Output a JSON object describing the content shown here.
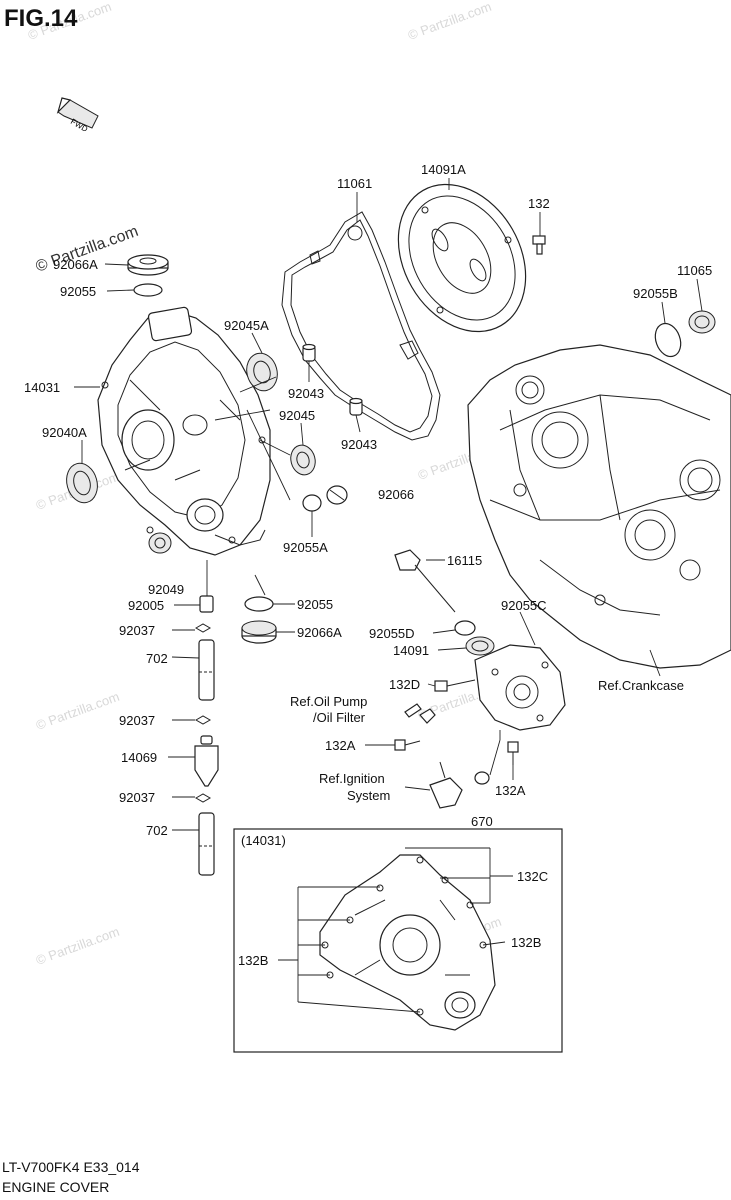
{
  "figure": {
    "title": "FIG.14",
    "fwd_label": "FWD",
    "watermark": "© Partzilla.com",
    "footer_code": "LT-V700FK4 E33_014",
    "footer_name": "ENGINE COVER",
    "inset_label": "(14031)"
  },
  "labels": {
    "p11061": "11061",
    "p14091A": "14091A",
    "p132": "132",
    "p92066A_top": "92066A",
    "p92055_top": "92055",
    "p11065": "11065",
    "p92055B": "92055B",
    "p92045A": "92045A",
    "p14031": "14031",
    "p92043_a": "92043",
    "p92045": "92045",
    "p92040A": "92040A",
    "p92043_b": "92043",
    "p92066": "92066",
    "p92055A": "92055A",
    "p16115": "16115",
    "p92049": "92049",
    "p92005": "92005",
    "p92055_mid": "92055",
    "p92055C": "92055C",
    "p92037_a": "92037",
    "p92066A_mid": "92066A",
    "p92055D": "92055D",
    "p14091": "14091",
    "p702_a": "702",
    "p132D": "132D",
    "p_oilpump1": "Ref.Oil Pump",
    "p_oilpump2": "/Oil Filter",
    "p_crankcase": "Ref.Crankcase",
    "p92037_b": "92037",
    "p132A_a": "132A",
    "p14069": "14069",
    "p_ign1": "Ref.Ignition",
    "p_ign2": "System",
    "p132A_b": "132A",
    "p92037_c": "92037",
    "p670": "670",
    "p702_b": "702",
    "p132C": "132C",
    "p132B_right": "132B",
    "p132B_left": "132B"
  }
}
